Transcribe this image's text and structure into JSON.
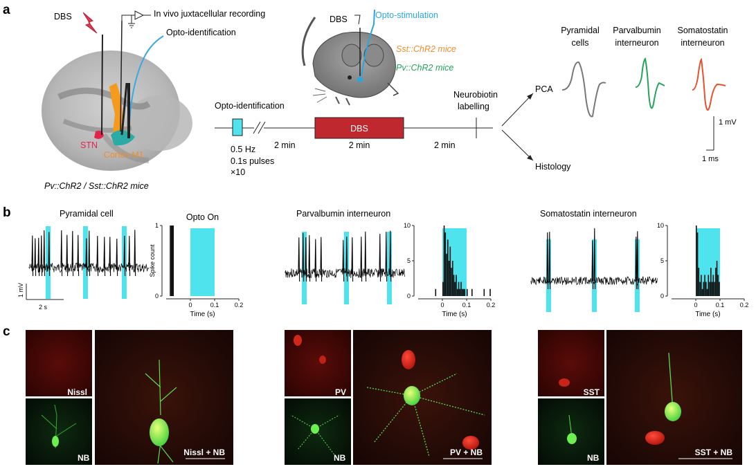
{
  "panel_a": {
    "letter": "a",
    "dbs": "DBS",
    "recording": "In vivo juxtacellular recording",
    "opto_identification": "Opto-identification",
    "stn": "STN",
    "cortex": "Cortex M1",
    "mice": "Pv::ChR2 / Sst::ChR2 mice",
    "mouse_dbs": "DBS",
    "opto_stimulation": "Opto-stimulation",
    "sst_mice": "Sst::ChR2 mice",
    "pv_mice": "Pv::ChR2 mice",
    "timeline_opto": "Opto-identification",
    "pulse_line1": "0.5 Hz",
    "pulse_line2": "0.1s pulses",
    "pulse_line3": "×10",
    "gap1": "2 min",
    "dbs_block": "DBS",
    "gap2": "2 min",
    "gap3": "2 min",
    "neurobiotin1": "Neurobiotin",
    "neurobiotin2": "labelling",
    "pca": "PCA",
    "histology": "Histology",
    "pyr1": "Pyramidal",
    "pyr2": "cells",
    "pv1": "Parvalbumin",
    "pv2": "interneuron",
    "sst1": "Somatostatin",
    "sst2": "interneuron",
    "scale_mv": "1 mV",
    "scale_ms": "1 ms",
    "colors": {
      "cyan": "#4fe3ee",
      "dbs_red": "#c0282f",
      "stim_blue": "#2aa6dd",
      "orange": "#f08c2a",
      "green": "#23a45a",
      "red_wave": "#e8502a",
      "gray_wave": "#777777"
    }
  },
  "panel_b": {
    "letter": "b",
    "pyr_title": "Pyramidal cell",
    "opto_on": "Opto On",
    "pv_title": "Parvalbumin interneuron",
    "sst_title": "Somatostatin interneuron",
    "ylabel": "Spike count",
    "scale_v": "1 mV",
    "scale_t": "2 s"
  },
  "chart_data": [
    {
      "type": "bar",
      "title": "Opto On",
      "xlabel": "Time (s)",
      "ylabel": "Spike count",
      "xlim": [
        -0.1,
        0.2
      ],
      "ylim": [
        0,
        1
      ],
      "xticks": [
        "0",
        "0.1",
        "0.2"
      ],
      "yticks": [
        "0",
        "1"
      ],
      "bins": [
        [
          -0.085,
          1
        ],
        [
          -0.081,
          1
        ],
        [
          -0.077,
          1
        ],
        [
          -0.073,
          1
        ]
      ]
    },
    {
      "type": "bar",
      "title": "Parvalbumin interneuron",
      "xlabel": "Time (s)",
      "ylabel": "",
      "xlim": [
        -0.1,
        0.2
      ],
      "ylim": [
        0,
        10
      ],
      "xticks": [
        "0",
        "0.1",
        "0.2"
      ],
      "yticks": [
        "0",
        "5",
        "10"
      ],
      "bins": [
        [
          -0.03,
          1
        ],
        [
          0.0,
          2
        ],
        [
          0.005,
          10
        ],
        [
          0.01,
          9
        ],
        [
          0.015,
          6
        ],
        [
          0.02,
          8
        ],
        [
          0.025,
          5
        ],
        [
          0.03,
          7
        ],
        [
          0.035,
          4
        ],
        [
          0.04,
          5
        ],
        [
          0.045,
          3
        ],
        [
          0.05,
          2
        ],
        [
          0.055,
          3
        ],
        [
          0.06,
          1
        ],
        [
          0.065,
          2
        ],
        [
          0.07,
          1
        ],
        [
          0.075,
          2
        ],
        [
          0.08,
          1
        ],
        [
          0.085,
          1
        ],
        [
          0.09,
          1
        ],
        [
          0.1,
          1
        ],
        [
          0.12,
          1
        ],
        [
          0.17,
          1
        ],
        [
          0.195,
          1
        ]
      ]
    },
    {
      "type": "bar",
      "title": "Somatostatin interneuron",
      "xlabel": "Time (s)",
      "ylabel": "",
      "xlim": [
        -0.1,
        0.2
      ],
      "ylim": [
        0,
        10
      ],
      "xticks": [
        "0",
        "0.1",
        "0.2"
      ],
      "yticks": [
        "0",
        "5",
        "10"
      ],
      "bins": [
        [
          0.0,
          10
        ],
        [
          0.005,
          9
        ],
        [
          0.01,
          4
        ],
        [
          0.015,
          2
        ],
        [
          0.02,
          3
        ],
        [
          0.025,
          1
        ],
        [
          0.03,
          2
        ],
        [
          0.035,
          3
        ],
        [
          0.04,
          2
        ],
        [
          0.045,
          1
        ],
        [
          0.05,
          3
        ],
        [
          0.055,
          2
        ],
        [
          0.06,
          4
        ],
        [
          0.065,
          2
        ],
        [
          0.07,
          3
        ],
        [
          0.075,
          2
        ],
        [
          0.08,
          4
        ],
        [
          0.085,
          5
        ],
        [
          0.09,
          3
        ],
        [
          0.095,
          2
        ]
      ]
    }
  ],
  "panel_c": {
    "letter": "c",
    "nissl": "Nissl",
    "nb1": "NB",
    "nissl_nb": "Nissl + NB",
    "pv": "PV",
    "nb2": "NB",
    "pv_nb": "PV + NB",
    "sst": "SST",
    "nb3": "NB",
    "sst_nb": "SST + NB"
  }
}
